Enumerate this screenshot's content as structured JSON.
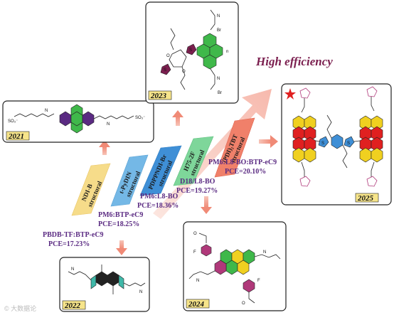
{
  "headline": "High efficiency",
  "watermark": "© 大数据论",
  "steps": [
    {
      "name": "NDI-B",
      "sub": "structural",
      "color": "#f6dc8a"
    },
    {
      "name": "t-PyDIN",
      "sub": "structural",
      "color": "#74b8e6"
    },
    {
      "name": "PDPPNDI-Br",
      "sub": "structural",
      "color": "#3f8fd6"
    },
    {
      "name": "H75-2F",
      "sub": "structural",
      "color": "#7ed69a"
    },
    {
      "name": "(PDI)₂TBT",
      "sub": "structural",
      "color": "#f0806a"
    }
  ],
  "results": [
    {
      "blend": "PBDB-TF:BTP-eC9",
      "pce": "PCE=17.23%"
    },
    {
      "blend": "PM6:BTP-eC9",
      "pce": "PCE=18.25%"
    },
    {
      "blend": "PM6:L8-BO",
      "pce": "PCE=18.36%"
    },
    {
      "blend": "D18/L8-BO",
      "pce": "PCE=19.27%"
    },
    {
      "blend": "PM6:L8-BO:BTP-eC9",
      "pce": "PCE=20.10%"
    }
  ],
  "years": {
    "y2021": "2021",
    "y2022": "2022",
    "y2023": "2023",
    "y2024": "2024",
    "y2025": "2025"
  },
  "atoms": {
    "s": "S",
    "o": "O",
    "n": "N",
    "f": "F",
    "br": "Br",
    "so3": "SO₃⁻",
    "sub_n": "n"
  }
}
